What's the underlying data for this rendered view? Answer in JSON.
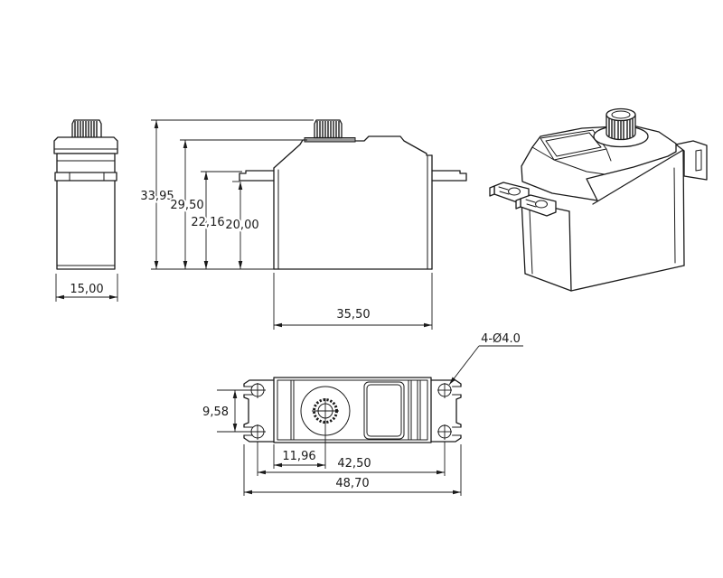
{
  "colors": {
    "line": "#1a1a1a",
    "background": "#ffffff",
    "hatch_fill": "#9a9a9a"
  },
  "views": {
    "side": {
      "dims": {
        "width": "15,00"
      }
    },
    "front": {
      "dims": {
        "overall_height": "33,95",
        "case_height": "29,50",
        "tab_top_height": "22,16",
        "tab_bottom_height": "20,00",
        "body_width": "35,50"
      }
    },
    "plan": {
      "dims": {
        "hole_pitch_y": "9,58",
        "shaft_offset_x": "11,96",
        "hole_pitch_x": "42,50",
        "overall_width": "48,70"
      },
      "callout": {
        "mounting_holes": "4-Ø4.0"
      }
    }
  }
}
